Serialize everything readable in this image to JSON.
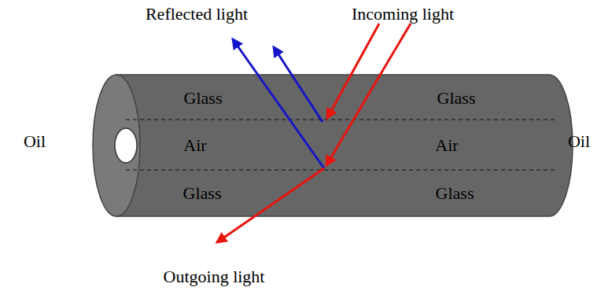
{
  "diagram": {
    "labels": [
      "Reflected light",
      "Incoming light",
      "Glass",
      "Glass",
      "Oil",
      "Air",
      "Air",
      "Oil",
      "Glass",
      "Glass",
      "Outgoing light"
    ]
  }
}
